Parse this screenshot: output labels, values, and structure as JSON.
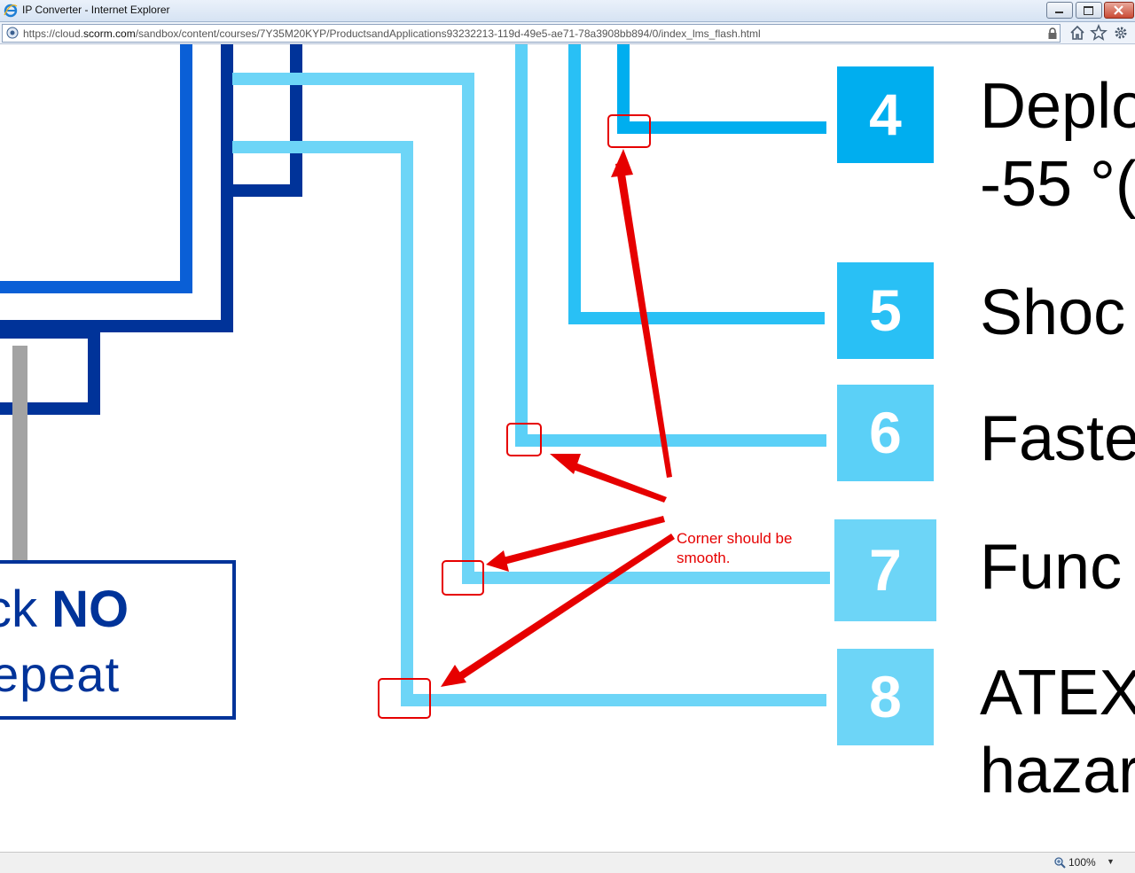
{
  "window": {
    "title": "IP Converter - Internet Explorer"
  },
  "address_bar": {
    "url_prefix": "https://cloud.",
    "url_domain": "scorm.com",
    "url_path": "/sandbox/content/courses/7Y35M20KYP/ProductsandApplications93232213-119d-49e5-ae71-78a3908bb894/0/index_lms_flash.html"
  },
  "slide": {
    "items": [
      {
        "number": "4",
        "label": "Deplo\n-55 °(",
        "color": "#00aeef"
      },
      {
        "number": "5",
        "label": "Shoc",
        "color": "#29c0f5"
      },
      {
        "number": "6",
        "label": "Faste",
        "color": "#5bd0f7"
      },
      {
        "number": "7",
        "label": "Func",
        "color": "#6dd5f7"
      },
      {
        "number": "8",
        "label": "ATEX\nhazar",
        "color": "#6dd5f7"
      }
    ],
    "no_box": {
      "line1_prefix": "ck",
      "line1_bold": "NO",
      "line2": "epeat"
    }
  },
  "annotation": {
    "line1": "Corner should be",
    "line2": "smooth.",
    "color": "#e60000"
  },
  "status_bar": {
    "zoom": "100%"
  }
}
